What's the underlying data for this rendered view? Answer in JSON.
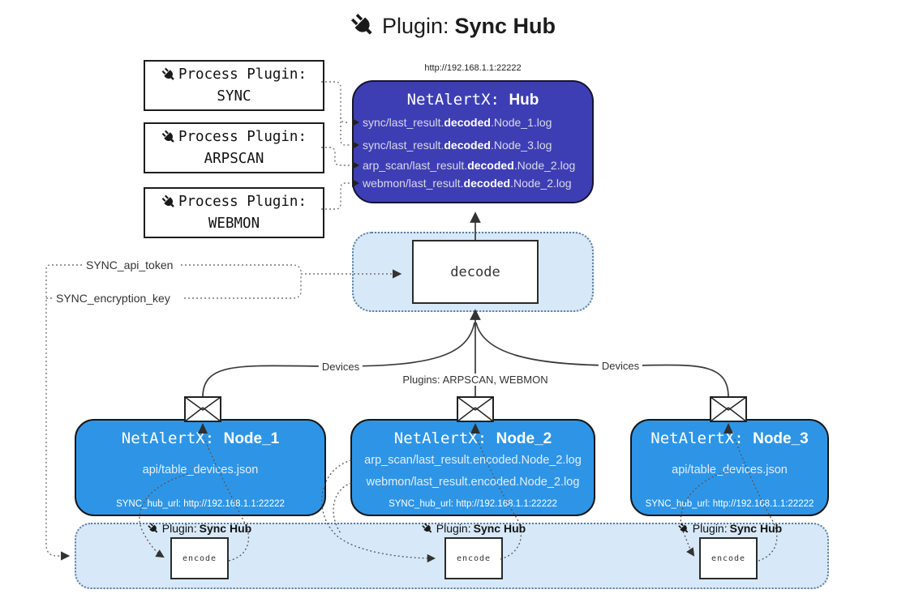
{
  "title": {
    "icon": "plug-icon",
    "prefix": "Plugin: ",
    "bold": "Sync Hub"
  },
  "colors": {
    "hub_bg": "#3e3eb4",
    "node_bg": "#2e95e6",
    "panel_bg": "#d7e8f8",
    "panel_border": "#5b7d9e",
    "line": "#3a3a3a",
    "dotted_line": "#777777"
  },
  "process_plugins": [
    {
      "label": "Process Plugin:",
      "name": "SYNC"
    },
    {
      "label": "Process Plugin:",
      "name": "ARPSCAN"
    },
    {
      "label": "Process Plugin:",
      "name": "WEBMON"
    }
  ],
  "hub": {
    "url": "http://192.168.1.1:22222",
    "title_prefix": "NetAlertX: ",
    "title_bold": "Hub",
    "logs": [
      {
        "prefix": "sync/last_result.",
        "bold": "decoded",
        "suffix": ".Node_1.log"
      },
      {
        "prefix": "sync/last_result.",
        "bold": "decoded",
        "suffix": ".Node_3.log"
      },
      {
        "prefix": "arp_scan/last_result.",
        "bold": "decoded",
        "suffix": ".Node_2.log"
      },
      {
        "prefix": "webmon/last_result.",
        "bold": "decoded",
        "suffix": ".Node_2.log"
      }
    ]
  },
  "decode_label": "decode",
  "keys": {
    "api_token": "SYNC_api_token",
    "encryption_key": "SYNC_encryption_key"
  },
  "edge_labels": {
    "left": "Devices",
    "middle": "Plugins: ARPSCAN, WEBMON",
    "right": "Devices"
  },
  "nodes": [
    {
      "title_prefix": "NetAlertX: ",
      "title_bold": "Node_1",
      "files": [
        "api/table_devices.json"
      ],
      "footer": "SYNC_hub_url: http://192.168.1.1:22222"
    },
    {
      "title_prefix": "NetAlertX: ",
      "title_bold": "Node_2",
      "files": [
        "arp_scan/last_result.encoded.Node_2.log",
        "webmon/last_result.encoded.Node_2.log"
      ],
      "footer": "SYNC_hub_url: http://192.168.1.1:22222"
    },
    {
      "title_prefix": "NetAlertX: ",
      "title_bold": "Node_3",
      "files": [
        "api/table_devices.json"
      ],
      "footer": "SYNC_hub_url: http://192.168.1.1:22222"
    }
  ],
  "encode_groups": [
    {
      "label_prefix": "Plugin: ",
      "label_bold": "Sync Hub",
      "box_label": "encode"
    },
    {
      "label_prefix": "Plugin: ",
      "label_bold": "Sync Hub",
      "box_label": "encode"
    },
    {
      "label_prefix": "Plugin: ",
      "label_bold": "Sync Hub",
      "box_label": "encode"
    }
  ]
}
